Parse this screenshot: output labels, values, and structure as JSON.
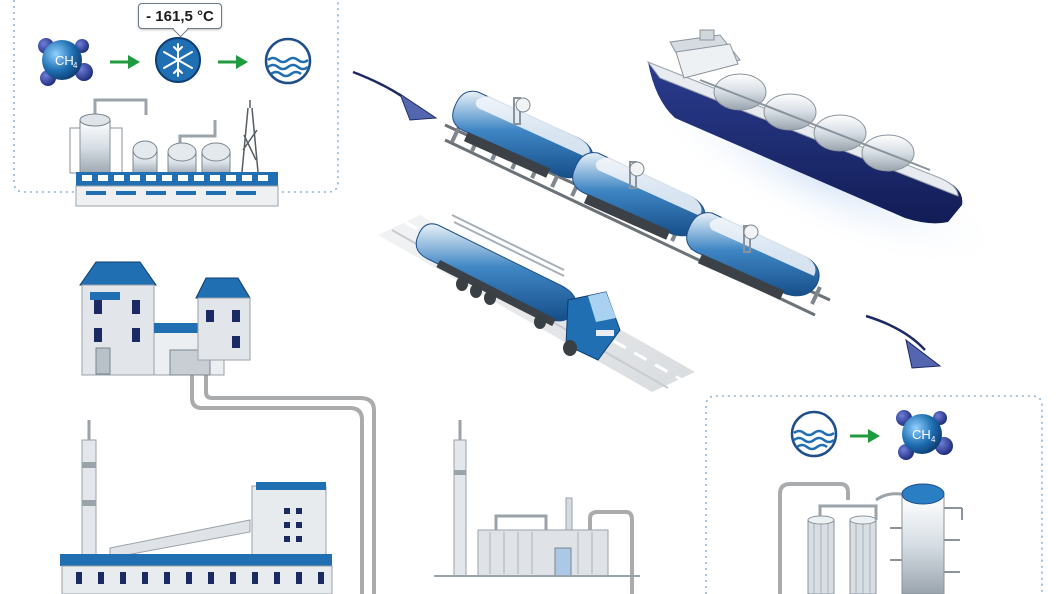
{
  "liquefaction": {
    "temperature_label": "- 161,5 °C",
    "molecule_label": "CH",
    "molecule_subscript": "4"
  },
  "regasification": {
    "molecule_label": "CH",
    "molecule_subscript": "4"
  },
  "colors": {
    "accent_blue": "#1f6fb2",
    "dark_navy": "#1c2a63",
    "arrow_green": "#1f9a3e",
    "dashed_border": "#8fb5d0",
    "pipe_gray": "#a9abad"
  },
  "icons": [
    "methane-molecule-icon",
    "snowflake-icon",
    "liquid-icon",
    "arrow-right-icon"
  ]
}
